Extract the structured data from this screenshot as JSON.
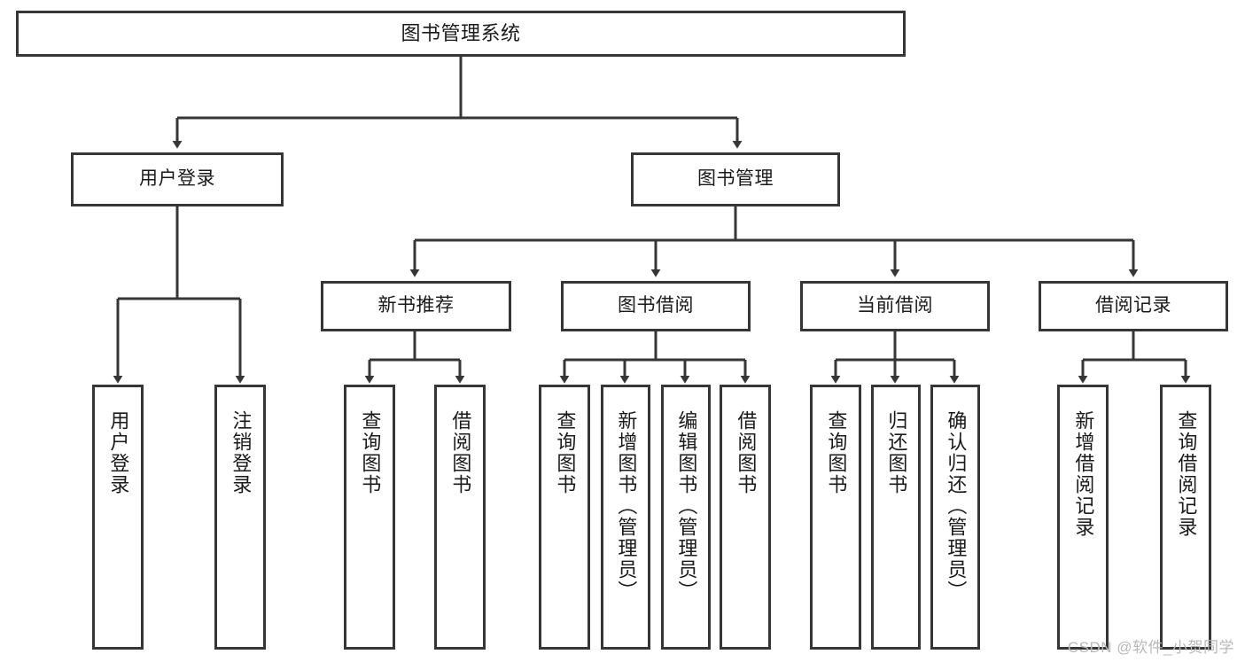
{
  "diagram": {
    "type": "tree-hierarchy-diagram",
    "title": "图书管理系统",
    "background_color": "#ffffff",
    "border_color": "#363636",
    "text_color": "#1a1a1a",
    "watermark": "CSDN @软件_小贺同学",
    "nodes": {
      "root": {
        "label": "图书管理系统"
      },
      "level2": [
        {
          "id": "user-login",
          "label": "用户登录"
        },
        {
          "id": "book-management",
          "label": "图书管理"
        }
      ],
      "level3": [
        {
          "id": "new-book-recommend",
          "label": "新书推荐"
        },
        {
          "id": "book-borrow",
          "label": "图书借阅"
        },
        {
          "id": "current-borrow",
          "label": "当前借阅"
        },
        {
          "id": "borrow-record",
          "label": "借阅记录"
        }
      ],
      "leaves": {
        "user_login": [
          {
            "id": "leaf-user-login",
            "label": "用户登录"
          },
          {
            "id": "leaf-logout-login",
            "label": "注销登录"
          }
        ],
        "new_book_recommend": [
          {
            "id": "leaf-query-book-1",
            "label": "查询图书"
          },
          {
            "id": "leaf-borrow-book-1",
            "label": "借阅图书"
          }
        ],
        "book_borrow": [
          {
            "id": "leaf-query-book-2",
            "label": "查询图书"
          },
          {
            "id": "leaf-add-book",
            "label": "新增图书（管理员）"
          },
          {
            "id": "leaf-edit-book",
            "label": "编辑图书（管理员）"
          },
          {
            "id": "leaf-borrow-book-2",
            "label": "借阅图书"
          }
        ],
        "current_borrow": [
          {
            "id": "leaf-query-book-3",
            "label": "查询图书"
          },
          {
            "id": "leaf-return-book",
            "label": "归还图书"
          },
          {
            "id": "leaf-confirm-return",
            "label": "确认归还（管理员）"
          }
        ],
        "borrow_record": [
          {
            "id": "leaf-add-borrow-record",
            "label": "新增借阅记录"
          },
          {
            "id": "leaf-query-borrow-record",
            "label": "查询借阅记录"
          }
        ]
      }
    }
  }
}
